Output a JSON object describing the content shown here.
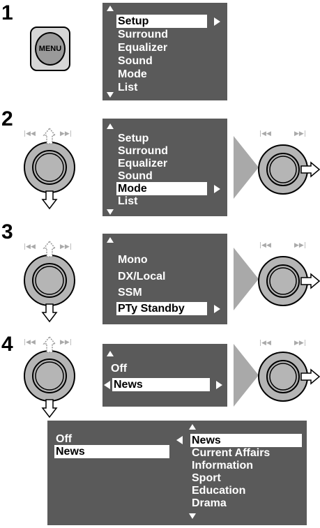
{
  "steps": [
    "1",
    "2",
    "3",
    "4"
  ],
  "menu_button": {
    "label": "MENU"
  },
  "skip_labels": {
    "prev": "|◀◀",
    "next": "▶▶|"
  },
  "panel1": {
    "items": [
      "Setup",
      "Surround",
      "Equalizer",
      "Sound",
      "Mode",
      "List"
    ],
    "selected": "Setup"
  },
  "panel2": {
    "items": [
      "Setup",
      "Surround",
      "Equalizer",
      "Sound",
      "Mode",
      "List"
    ],
    "selected": "Mode"
  },
  "panel3": {
    "items": [
      "Mono",
      "DX/Local",
      "SSM",
      "PTy Standby"
    ],
    "selected": "PTy Standby"
  },
  "panel4": {
    "items": [
      "Off",
      "News"
    ],
    "selected": "News"
  },
  "panel5": {
    "left_items": [
      "Off",
      "News"
    ],
    "left_selected": "News",
    "right_items": [
      "News",
      "Current Affairs",
      "Information",
      "Sport",
      "Education",
      "Drama"
    ],
    "right_selected": "News"
  },
  "colors": {
    "panel": "#5a5a5a",
    "knob": "#b5b5b5",
    "arrow": "#a9a9a9"
  }
}
